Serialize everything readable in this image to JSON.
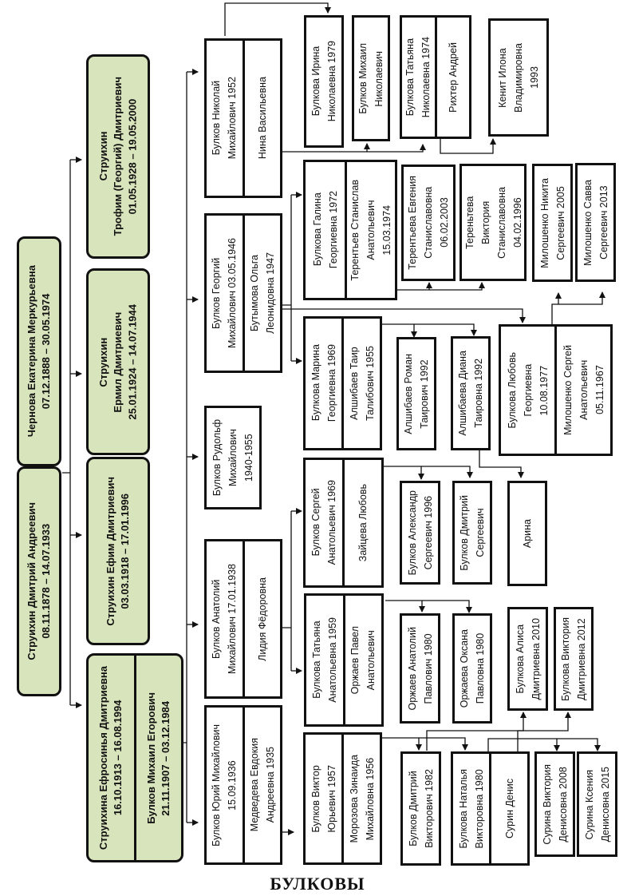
{
  "title": "БУЛКОВЫ",
  "people": {
    "chernova": {
      "lines": [
        "Чернова Екатерина Меркурьевна",
        "07.12.1888 – 30.05.1974"
      ]
    },
    "dmitriy": {
      "lines": [
        "Струихин Дмитрий Андреевич",
        "08.11.1878 – 14.07.1933"
      ]
    },
    "trofim": {
      "lines": [
        "Струихин",
        "Трофим (Георгий) Дмитриевич",
        "01.05.1928 – 19.05.2000"
      ]
    },
    "ermil": {
      "lines": [
        "Струихин",
        "Ермил Дмитриевич",
        "25.01.1924 – 14.07.1944"
      ]
    },
    "efim": {
      "lines": [
        "Струихин Ефим Дмитриевич",
        "03.03.1918 – 17.01.1996"
      ]
    },
    "efrosinya": {
      "lines": [
        "Струихина Ефросинья Дмитриевна",
        "16.10.1913 – 16.08.1994"
      ]
    },
    "mikhail": {
      "lines": [
        "Булков Михаил Егорович",
        "21.11.1907 – 03.12.1984"
      ]
    },
    "nikolai": {
      "lines": [
        "Булков Николай",
        "Михайлович 1952"
      ]
    },
    "nina": {
      "lines": [
        "Нина Васильевна"
      ]
    },
    "georgiy": {
      "lines": [
        "Булков Георгий",
        "Михайлович 03.05.1946"
      ]
    },
    "olga": {
      "lines": [
        "Бутымова Ольга",
        "Леонидовна 1947"
      ]
    },
    "rudolf": {
      "lines": [
        "Булков Рудольф",
        "Михайлович",
        "1940-1955"
      ]
    },
    "anatoliy": {
      "lines": [
        "Булков Анатолий",
        "Михайлович 17.01.1938"
      ]
    },
    "lidiya": {
      "lines": [
        "Лидия Фёдоровна"
      ]
    },
    "yuriy": {
      "lines": [
        "Булков Юрий Михайлович",
        "15.09.1936"
      ]
    },
    "evdokiya": {
      "lines": [
        "Медведева Евдокия",
        "Андреевна 1935"
      ]
    },
    "irina": {
      "lines": [
        "Булкова Ирина",
        "Николаевна 1979"
      ]
    },
    "mikhail_n": {
      "lines": [
        "Булков Михаил",
        "Николаевич"
      ]
    },
    "tatyana_n": {
      "lines": [
        "Булкова Татьяна",
        "Николаевна 1974"
      ]
    },
    "rikhter": {
      "lines": [
        "Рихтер Андрей"
      ]
    },
    "kenit": {
      "lines": [
        "Кенит Илона",
        "Владимировна",
        "1993"
      ]
    },
    "galina": {
      "lines": [
        "Булкова Галина",
        "Георгиевна 1972"
      ]
    },
    "terentyev": {
      "lines": [
        "Терентьев Станислав",
        "Анатольевич",
        "15.03.1974"
      ]
    },
    "evgeniya": {
      "lines": [
        "Терентьева Евгения",
        "Станиславовна",
        "06.02.2003"
      ]
    },
    "viktoriya_t": {
      "lines": [
        "Тереньтева",
        "Виктория",
        "Станиславовна",
        "04.02.1996"
      ]
    },
    "nikita": {
      "lines": [
        "Милошенко Никита",
        "Сергеевич 2005"
      ]
    },
    "savva": {
      "lines": [
        "Милошенко Савва",
        "Сергеевич 2013"
      ]
    },
    "marina": {
      "lines": [
        "Булкова Марина",
        "Георгиевна 1969"
      ]
    },
    "tair": {
      "lines": [
        "Алшибаев Таир",
        "Талибович 1955"
      ]
    },
    "roman": {
      "lines": [
        "Алшибаев Роман",
        "Таирович 1992"
      ]
    },
    "diana": {
      "lines": [
        "Алшибаева Диана",
        "Таировна 1992"
      ]
    },
    "lyubov": {
      "lines": [
        "Булкова Любовь",
        "Георгиевна",
        "10.08.1977"
      ]
    },
    "sergey_m": {
      "lines": [
        "Милошенко Сергей",
        "Анатольевич",
        "05.11.1967"
      ]
    },
    "sergey": {
      "lines": [
        "Булков Сергей",
        "Анатольевич 1969"
      ]
    },
    "zaitseva": {
      "lines": [
        "Зайцева Любовь"
      ]
    },
    "aleksandr": {
      "lines": [
        "Булков Александр",
        "Сергеевич 1996"
      ]
    },
    "dmitriy_s": {
      "lines": [
        "Булков Дмитрий",
        "Сергеевич"
      ]
    },
    "arina": {
      "lines": [
        "Арина"
      ]
    },
    "tatyana_a": {
      "lines": [
        "Булкова Татьяна",
        "Анатольевна 1959"
      ]
    },
    "pavel": {
      "lines": [
        "Оржаев Павел",
        "Анатольевич"
      ]
    },
    "anatoliy_o": {
      "lines": [
        "Оржаев Анатолий",
        "Павлович 1980"
      ]
    },
    "oksana": {
      "lines": [
        "Оржаева Оксана",
        "Павловна 1980"
      ]
    },
    "alisa": {
      "lines": [
        "Булкова Алиса",
        "Дмитриевна 2010"
      ]
    },
    "viktoriya_b": {
      "lines": [
        "Булкова Виктория",
        "Дмитриевна 2012"
      ]
    },
    "viktor": {
      "lines": [
        "Булков Виктор",
        "Юрьевич 1957"
      ]
    },
    "zinaida": {
      "lines": [
        "Морозова Зинаида",
        "Михайловна 1956"
      ]
    },
    "dmitriy_v": {
      "lines": [
        "Булков Дмитрий",
        "Викторович 1982"
      ]
    },
    "natalya": {
      "lines": [
        "Булкова Наталья",
        "Викторовна 1980"
      ]
    },
    "surin": {
      "lines": [
        "Сурин Денис"
      ]
    },
    "viktoriya_s": {
      "lines": [
        "Сурина Виктория",
        "Денисовна 2008"
      ]
    },
    "kseniya": {
      "lines": [
        "Сурина Ксения",
        "Денисовна 2015"
      ]
    }
  }
}
